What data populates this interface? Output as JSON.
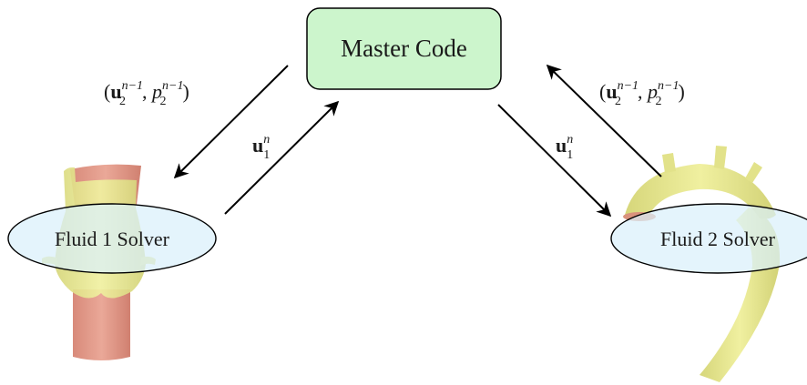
{
  "master": {
    "label": "Master Code",
    "fill_color": "#ccf5cc"
  },
  "fluid1": {
    "label": "Fluid 1 Solver",
    "fill_color": "#daf0fb"
  },
  "fluid2": {
    "label": "Fluid 2 Solver",
    "fill_color": "#daf0fb"
  },
  "arrows": {
    "left_down": {
      "base": "u",
      "sub": "2",
      "sup": "n−1",
      "p_base": "p",
      "p_sub": "2",
      "p_sup": "n−1"
    },
    "left_up": {
      "base": "u",
      "sub": "1",
      "sup": "n"
    },
    "right_down": {
      "base": "u",
      "sub": "1",
      "sup": "n"
    },
    "right_up": {
      "base": "u",
      "sub": "2",
      "sup": "n−1",
      "p_base": "p",
      "p_sub": "2",
      "p_sup": "n−1"
    }
  },
  "colors": {
    "vessel_yellow": "#e6e68a",
    "vessel_red": "#e49a8a",
    "arrow": "#000000"
  }
}
